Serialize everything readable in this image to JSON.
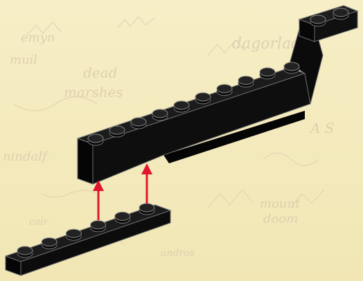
{
  "background_map": {
    "labels": [
      {
        "id": "dagorlad",
        "text": "dagorlad"
      },
      {
        "id": "dead",
        "text": "dead"
      },
      {
        "id": "marshes",
        "text": "marshes"
      },
      {
        "id": "mount",
        "text": "mount"
      },
      {
        "id": "doom",
        "text": "doom"
      },
      {
        "id": "emyn",
        "text": "emyn"
      },
      {
        "id": "muil",
        "text": "muil"
      },
      {
        "id": "nindalf",
        "text": "nindalf"
      },
      {
        "id": "cair",
        "text": "cair"
      },
      {
        "id": "andros",
        "text": "andros"
      },
      {
        "id": "as",
        "text": "A  S"
      }
    ]
  },
  "instruction": {
    "arrow_count": 2,
    "arrow_color": "#e0162f",
    "brick_color": "#0f0f0f",
    "upper_brick": {
      "type": "slope-bracket",
      "studs": 12
    },
    "lower_brick": {
      "type": "plate",
      "studs": 6
    }
  }
}
